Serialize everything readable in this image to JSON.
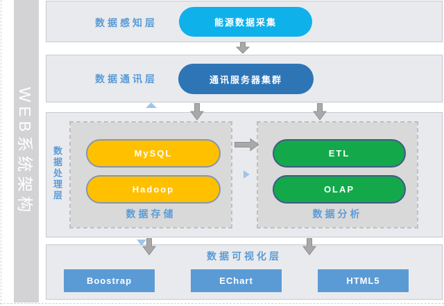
{
  "title_bar": {
    "text": "WEB系统架构"
  },
  "layers": {
    "perception": {
      "label": "数据感知层",
      "node": "能源数据采集"
    },
    "communication": {
      "label": "数据通讯层",
      "node": "通讯服务器集群"
    },
    "processing": {
      "label": "数据处理层",
      "storage": {
        "label": "数据存储",
        "nodes": [
          "MySQL",
          "Hadoop"
        ]
      },
      "analysis": {
        "label": "数据分析",
        "nodes": [
          "ETL",
          "OLAP"
        ]
      }
    },
    "visualization": {
      "label": "数据可视化层",
      "nodes": [
        "Boostrap",
        "EChart",
        "HTML5"
      ]
    }
  },
  "colors": {
    "layer_label_blue": "#5b9bd5",
    "panel_fill": "#e9eaee",
    "titlebar_fill": "#d3d3d5",
    "node_cyan": "#0fb1ea",
    "node_blue": "#2e75b6",
    "node_yellow": "#ffc000",
    "node_green": "#13a94b",
    "viz_box_blue": "#5b9bd5",
    "arrow_gray": "#a9a9a9",
    "triangle_light_blue": "#9fc5e8",
    "dashed_box_fill": "#d9d9d9"
  }
}
